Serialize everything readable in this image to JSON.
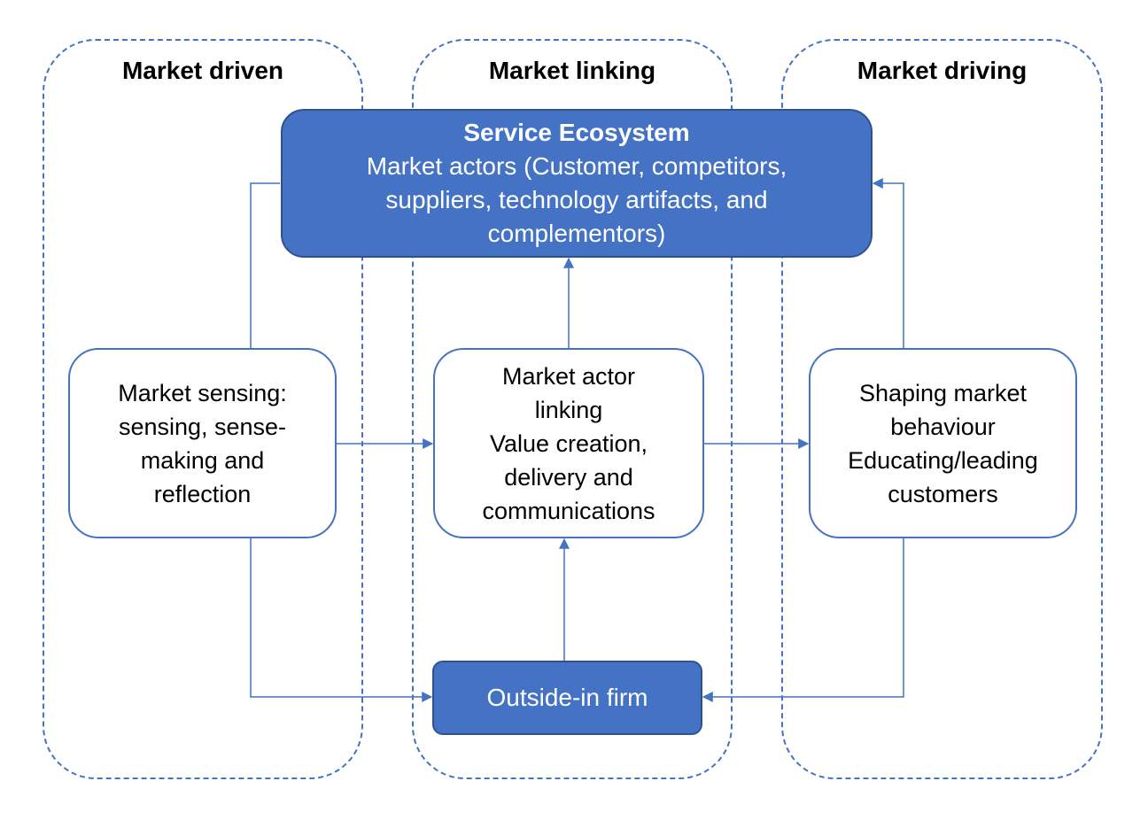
{
  "colors": {
    "accent": "#4472C4",
    "accent_dark": "#2F528F",
    "text": "#000000",
    "background": "#FFFFFF"
  },
  "columns": [
    {
      "title": "Market driven"
    },
    {
      "title": "Market linking"
    },
    {
      "title": "Market driving"
    }
  ],
  "nodes": {
    "ecosystem": {
      "title": "Service Ecosystem",
      "lines": [
        "Market actors (Customer, competitors,",
        "suppliers, technology artifacts, and",
        "complementors)"
      ]
    },
    "sensing": {
      "lines": [
        "Market sensing:",
        "sensing, sense-",
        "making and",
        "reflection"
      ]
    },
    "linking": {
      "lines": [
        "Market actor",
        "linking",
        "Value creation,",
        "delivery and",
        "communications"
      ]
    },
    "shaping": {
      "lines": [
        "Shaping market",
        "behaviour",
        "Educating/leading",
        "customers"
      ]
    },
    "outside": {
      "label": "Outside-in firm"
    }
  },
  "edges": [
    {
      "from": "sensing",
      "to": "ecosystem"
    },
    {
      "from": "sensing",
      "to": "linking"
    },
    {
      "from": "sensing",
      "to": "outside"
    },
    {
      "from": "linking",
      "to": "ecosystem"
    },
    {
      "from": "linking",
      "to": "shaping"
    },
    {
      "from": "outside",
      "to": "linking"
    },
    {
      "from": "shaping",
      "to": "ecosystem"
    },
    {
      "from": "shaping",
      "to": "outside"
    }
  ]
}
